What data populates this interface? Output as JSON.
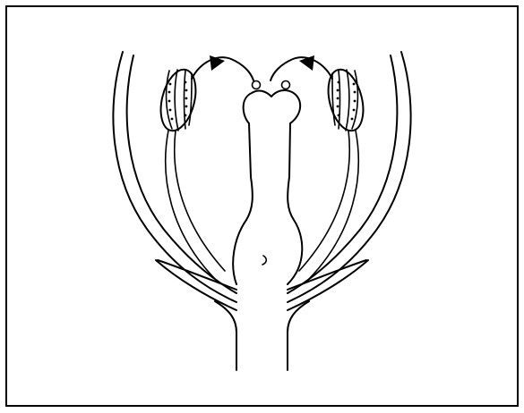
{
  "diagram": {
    "subject": "self-pollination-flower-section",
    "colors": {
      "line": "#000000",
      "background": "#ffffff"
    },
    "parts": [
      "outer-petal",
      "inner-petal",
      "sepal",
      "anther",
      "filament",
      "stigma",
      "style",
      "ovary",
      "receptacle",
      "pollen-transfer-arrow"
    ]
  }
}
